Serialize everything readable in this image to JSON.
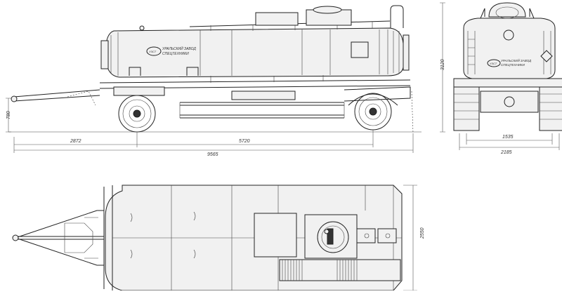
{
  "logo_plate": {
    "line1": "УРАЛЬСКИЙ ЗАВОД",
    "line2": "СПЕЦТЕХНИКИ"
  },
  "dimensions": {
    "side_height": "780",
    "drawbar_to_axle": "2872",
    "axle_to_rear": "5720",
    "overall_length": "9565",
    "front_height": "3120",
    "track_width": "1535",
    "overall_width": "2185",
    "top_width": "2550"
  }
}
